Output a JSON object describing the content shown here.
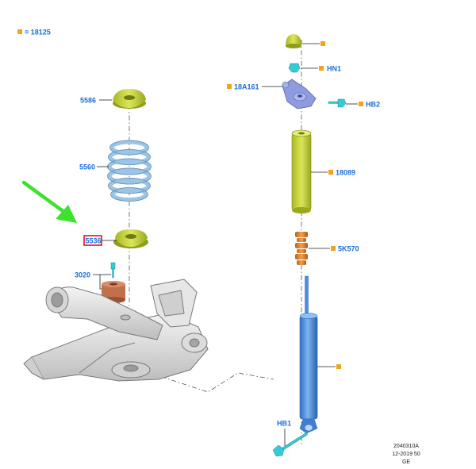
{
  "legend": {
    "marker_color": "#f2a21b",
    "text": "= 18125"
  },
  "labels": {
    "p5586": "5586",
    "p5560": "5560",
    "p5536": "5536",
    "p3020": "3020",
    "p18a161": "18A161",
    "hn1": "HN1",
    "hb2": "HB2",
    "p18089": "18089",
    "p5k570": "5K570",
    "hb1": "HB1"
  },
  "reference": {
    "line1": "2040310A",
    "line2": "12-2019 50",
    "line3": "GE"
  },
  "colors": {
    "label_blue": "#1a6fd6",
    "marker_orange": "#f2a21b",
    "arrow_green": "#3ee22a",
    "highlight_red": "#e0001a",
    "part_yellow": "#c9d63a",
    "spring_blue": "#a9cbe6",
    "shock_blue": "#4a8fe0",
    "bump_orange": "#e08a2a",
    "seat_brown": "#c0704a",
    "mount_lavender": "#8f9be0",
    "bolt_cyan": "#36c9d6"
  }
}
